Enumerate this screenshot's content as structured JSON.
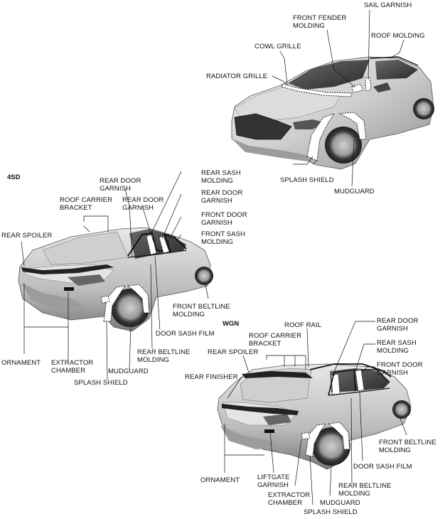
{
  "sections": {
    "sedan_tag": "4SD",
    "wagon_tag": "WGN"
  },
  "front_view": {
    "labels": {
      "sail_garnish": "SAIL GARNISH",
      "front_fender_molding": "FRONT FENDER\nMOLDING",
      "roof_molding": "ROOF MOLDING",
      "cowl_grille": "COWL GRILLE",
      "radiator_grille": "RADIATOR GRILLE",
      "splash_shield": "SPLASH SHIELD",
      "mudguard": "MUDGUARD"
    }
  },
  "sedan_view": {
    "labels": {
      "rear_door_garnish_1": "REAR DOOR\nGARNISH",
      "rear_sash_molding": "REAR SASH\nMOLDING",
      "rear_door_garnish_2": "REAR DOOR\nGARNISH",
      "roof_carrier_bracket": "ROOF CARRIER\nBRACKET",
      "rear_door_garnish_3": "REAR DOOR\nGARNISH",
      "front_door_garnish": "FRONT DOOR\nGARNISH",
      "rear_spoiler": "REAR SPOILER",
      "front_sash_molding": "FRONT SASH\nMOLDING",
      "front_beltline_molding": "FRONT BELTLINE\nMOLDING",
      "door_sash_film": "DOOR SASH FILM",
      "rear_beltline_molding": "REAR BELTLINE\nMOLDING",
      "ornament": "ORNAMENT",
      "extractor_chamber": "EXTRACTOR\nCHAMBER",
      "mudguard": "MUDGUARD",
      "splash_shield": "SPLASH SHIELD"
    }
  },
  "wagon_view": {
    "labels": {
      "roof_rail": "ROOF RAIL",
      "rear_door_garnish": "REAR DOOR\nGARNISH",
      "roof_carrier_bracket": "ROOF CARRIER\nBRACKET",
      "rear_sash_molding": "REAR SASH\nMOLDING",
      "rear_spoiler": "REAR SPOILER",
      "front_door_garnish": "FRONT DOOR\nGARNISH",
      "rear_finisher": "REAR FINISHER",
      "front_beltline_molding": "FRONT BELTLINE\nMOLDING",
      "door_sash_film": "DOOR SASH FILM",
      "rear_beltline_molding": "REAR BELTLINE\nMOLDING",
      "ornament": "ORNAMENT",
      "liftgate_garnish": "LIFTGATE\nGARNISH",
      "mudguard": "MUDGUARD",
      "extractor_chamber": "EXTRACTOR\nCHAMBER",
      "splash_shield": "SPLASH SHIELD"
    }
  }
}
